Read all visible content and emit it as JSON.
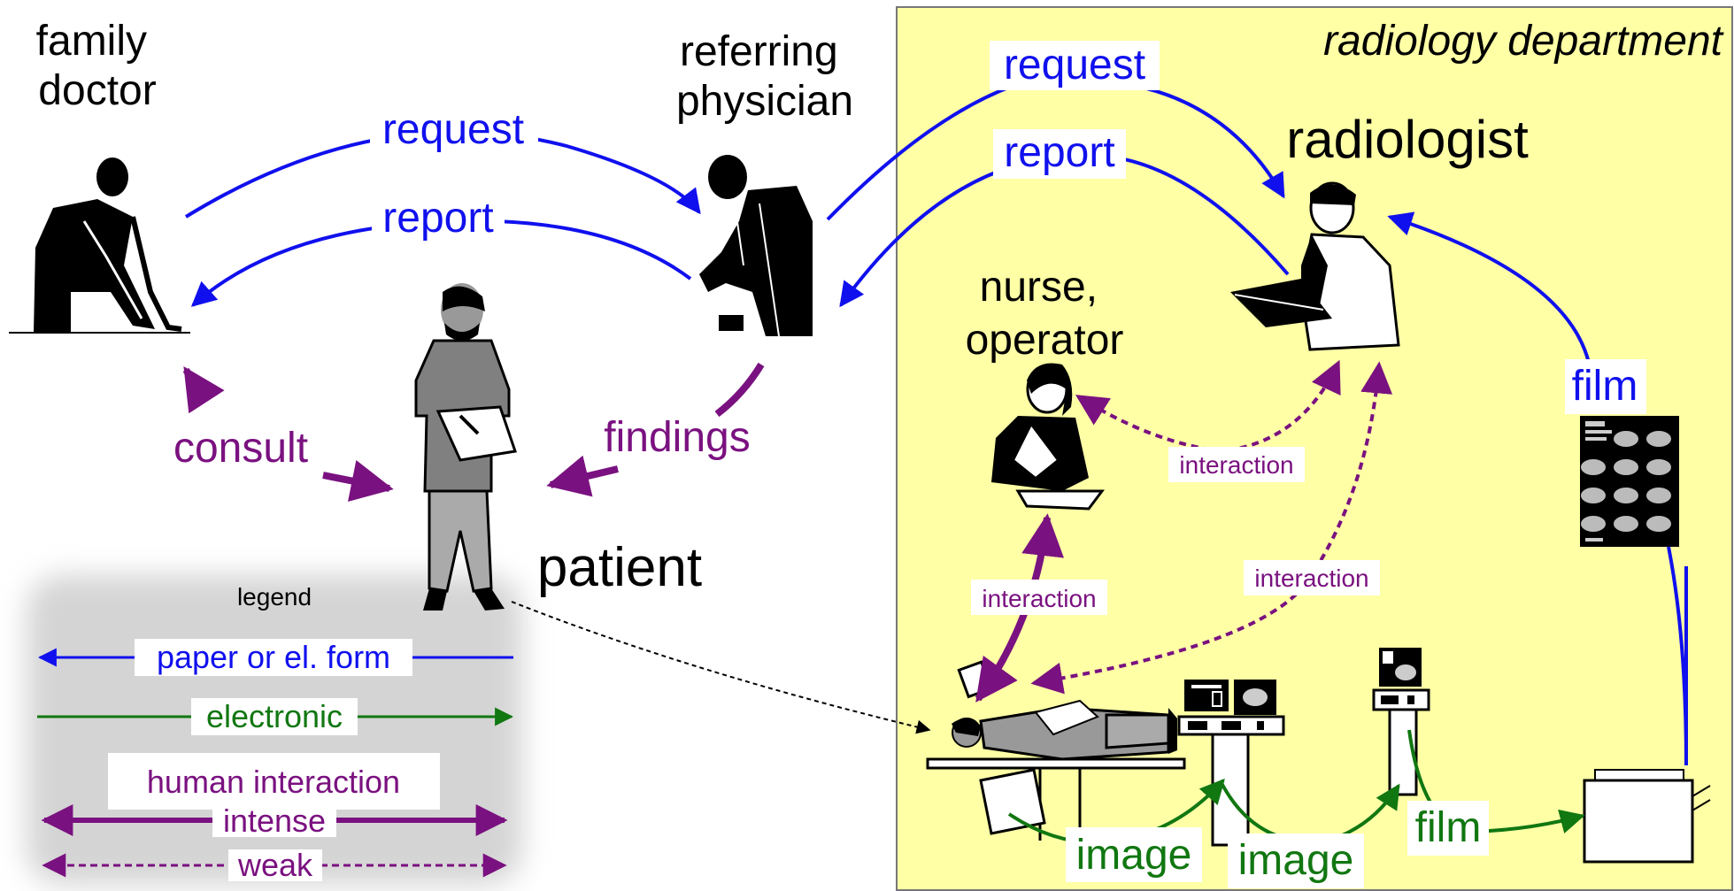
{
  "colors": {
    "paper_form": "#1010ee",
    "electronic": "#117711",
    "human": "#7a1180",
    "dept_bg": "#ffffa6",
    "ink": "#000000"
  },
  "department": {
    "title": "radiology department"
  },
  "actors": {
    "family_doctor": [
      "family",
      "doctor"
    ],
    "referring_physician": [
      "referring",
      "physician"
    ],
    "radiologist": "radiologist",
    "nurse_operator": [
      "nurse,",
      "operator"
    ],
    "patient": "patient"
  },
  "flows": {
    "request_left": "request",
    "report_left": "report",
    "request_right": "request",
    "report_right": "report",
    "consult": "consult",
    "findings": "findings",
    "film_to_radiologist": "film",
    "interaction_nurse_radiologist": "interaction",
    "interaction_operator_radiologist": "interaction",
    "interaction_nurse_patient": "interaction",
    "image_1": "image",
    "image_2": "image",
    "film_to_printer": "film"
  },
  "legend": {
    "title": "legend",
    "paper": "paper or el. form",
    "electronic": "electronic",
    "human": "human interaction",
    "intense": "intense",
    "weak": "weak"
  },
  "icons": [
    "family-doctor-figure-icon",
    "referring-physician-figure-icon",
    "patient-figure-icon",
    "radiologist-figure-icon",
    "nurse-figure-icon",
    "scanner-table-icon",
    "console-icon",
    "film-viewer-icon",
    "film-printer-icon"
  ]
}
